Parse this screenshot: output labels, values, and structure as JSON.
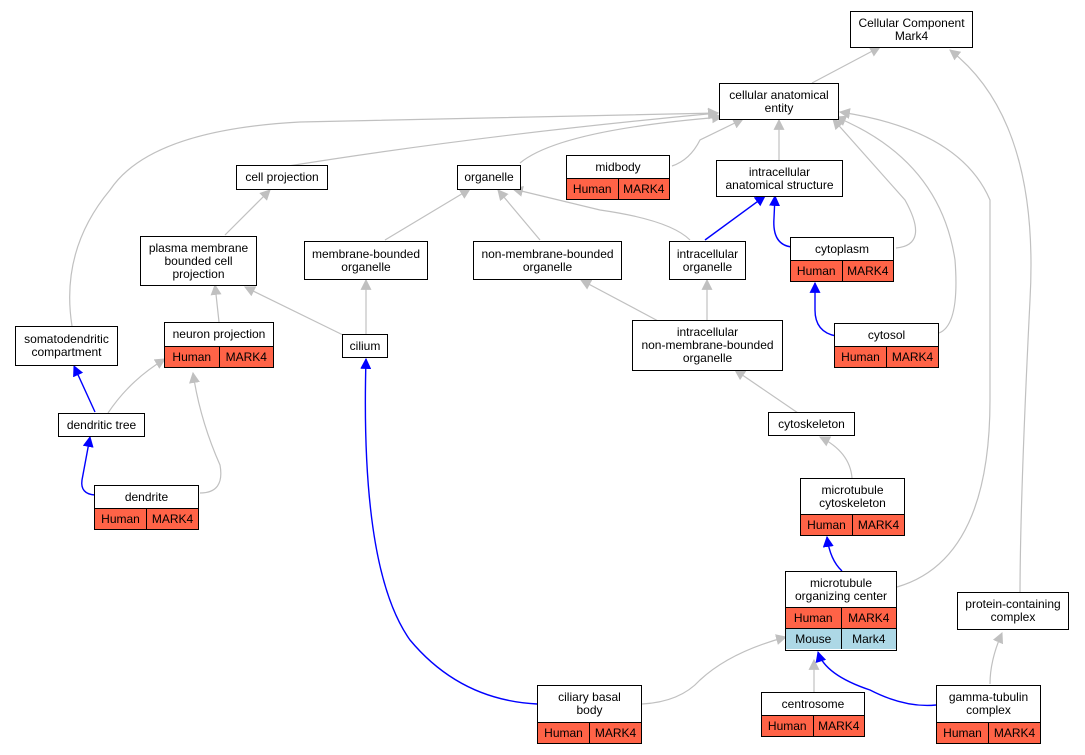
{
  "colors": {
    "is_a_edge": "#c0c0c0",
    "part_of_edge": "#0000ff",
    "human_annotation": "#ff6347",
    "mouse_annotation": "#add8e6"
  },
  "nodes": {
    "root": {
      "title": "Cellular Component\nMark4"
    },
    "cae": {
      "title": "cellular anatomical\nentity"
    },
    "cellproj": {
      "title": "cell projection"
    },
    "organelle": {
      "title": "organelle"
    },
    "midbody": {
      "title": "midbody",
      "annotations": [
        {
          "species": "Human",
          "gene": "MARK4"
        }
      ]
    },
    "ias": {
      "title": "intracellular\nanatomical structure"
    },
    "pmbcp": {
      "title": "plasma membrane\nbounded cell\nprojection"
    },
    "mbo": {
      "title": "membrane-bounded\norganelle"
    },
    "nmbo": {
      "title": "non-membrane-bounded\norganelle"
    },
    "io": {
      "title": "intracellular\norganelle"
    },
    "cytoplasm": {
      "title": "cytoplasm",
      "annotations": [
        {
          "species": "Human",
          "gene": "MARK4"
        }
      ]
    },
    "somato": {
      "title": "somatodendritic\ncompartment"
    },
    "neuronproj": {
      "title": "neuron projection",
      "annotations": [
        {
          "species": "Human",
          "gene": "MARK4"
        }
      ]
    },
    "cilium": {
      "title": "cilium"
    },
    "inmbo": {
      "title": "intracellular\nnon-membrane-bounded\norganelle"
    },
    "cytosol": {
      "title": "cytosol",
      "annotations": [
        {
          "species": "Human",
          "gene": "MARK4"
        }
      ]
    },
    "dtree": {
      "title": "dendritic tree"
    },
    "cytoskel": {
      "title": "cytoskeleton"
    },
    "dendrite": {
      "title": "dendrite",
      "annotations": [
        {
          "species": "Human",
          "gene": "MARK4"
        }
      ]
    },
    "mtcyto": {
      "title": "microtubule\ncytoskeleton",
      "annotations": [
        {
          "species": "Human",
          "gene": "MARK4"
        }
      ]
    },
    "mtoc": {
      "title": "microtubule\norganizing center",
      "annotations": [
        {
          "species": "Human",
          "gene": "MARK4"
        },
        {
          "species": "Mouse",
          "gene": "Mark4"
        }
      ]
    },
    "pcc": {
      "title": "protein-containing\ncomplex"
    },
    "cbb": {
      "title": "ciliary basal\nbody",
      "annotations": [
        {
          "species": "Human",
          "gene": "MARK4"
        }
      ]
    },
    "centrosome": {
      "title": "centrosome",
      "annotations": [
        {
          "species": "Human",
          "gene": "MARK4"
        }
      ]
    },
    "gtc": {
      "title": "gamma-tubulin\ncomplex",
      "annotations": [
        {
          "species": "Human",
          "gene": "MARK4"
        }
      ]
    }
  }
}
